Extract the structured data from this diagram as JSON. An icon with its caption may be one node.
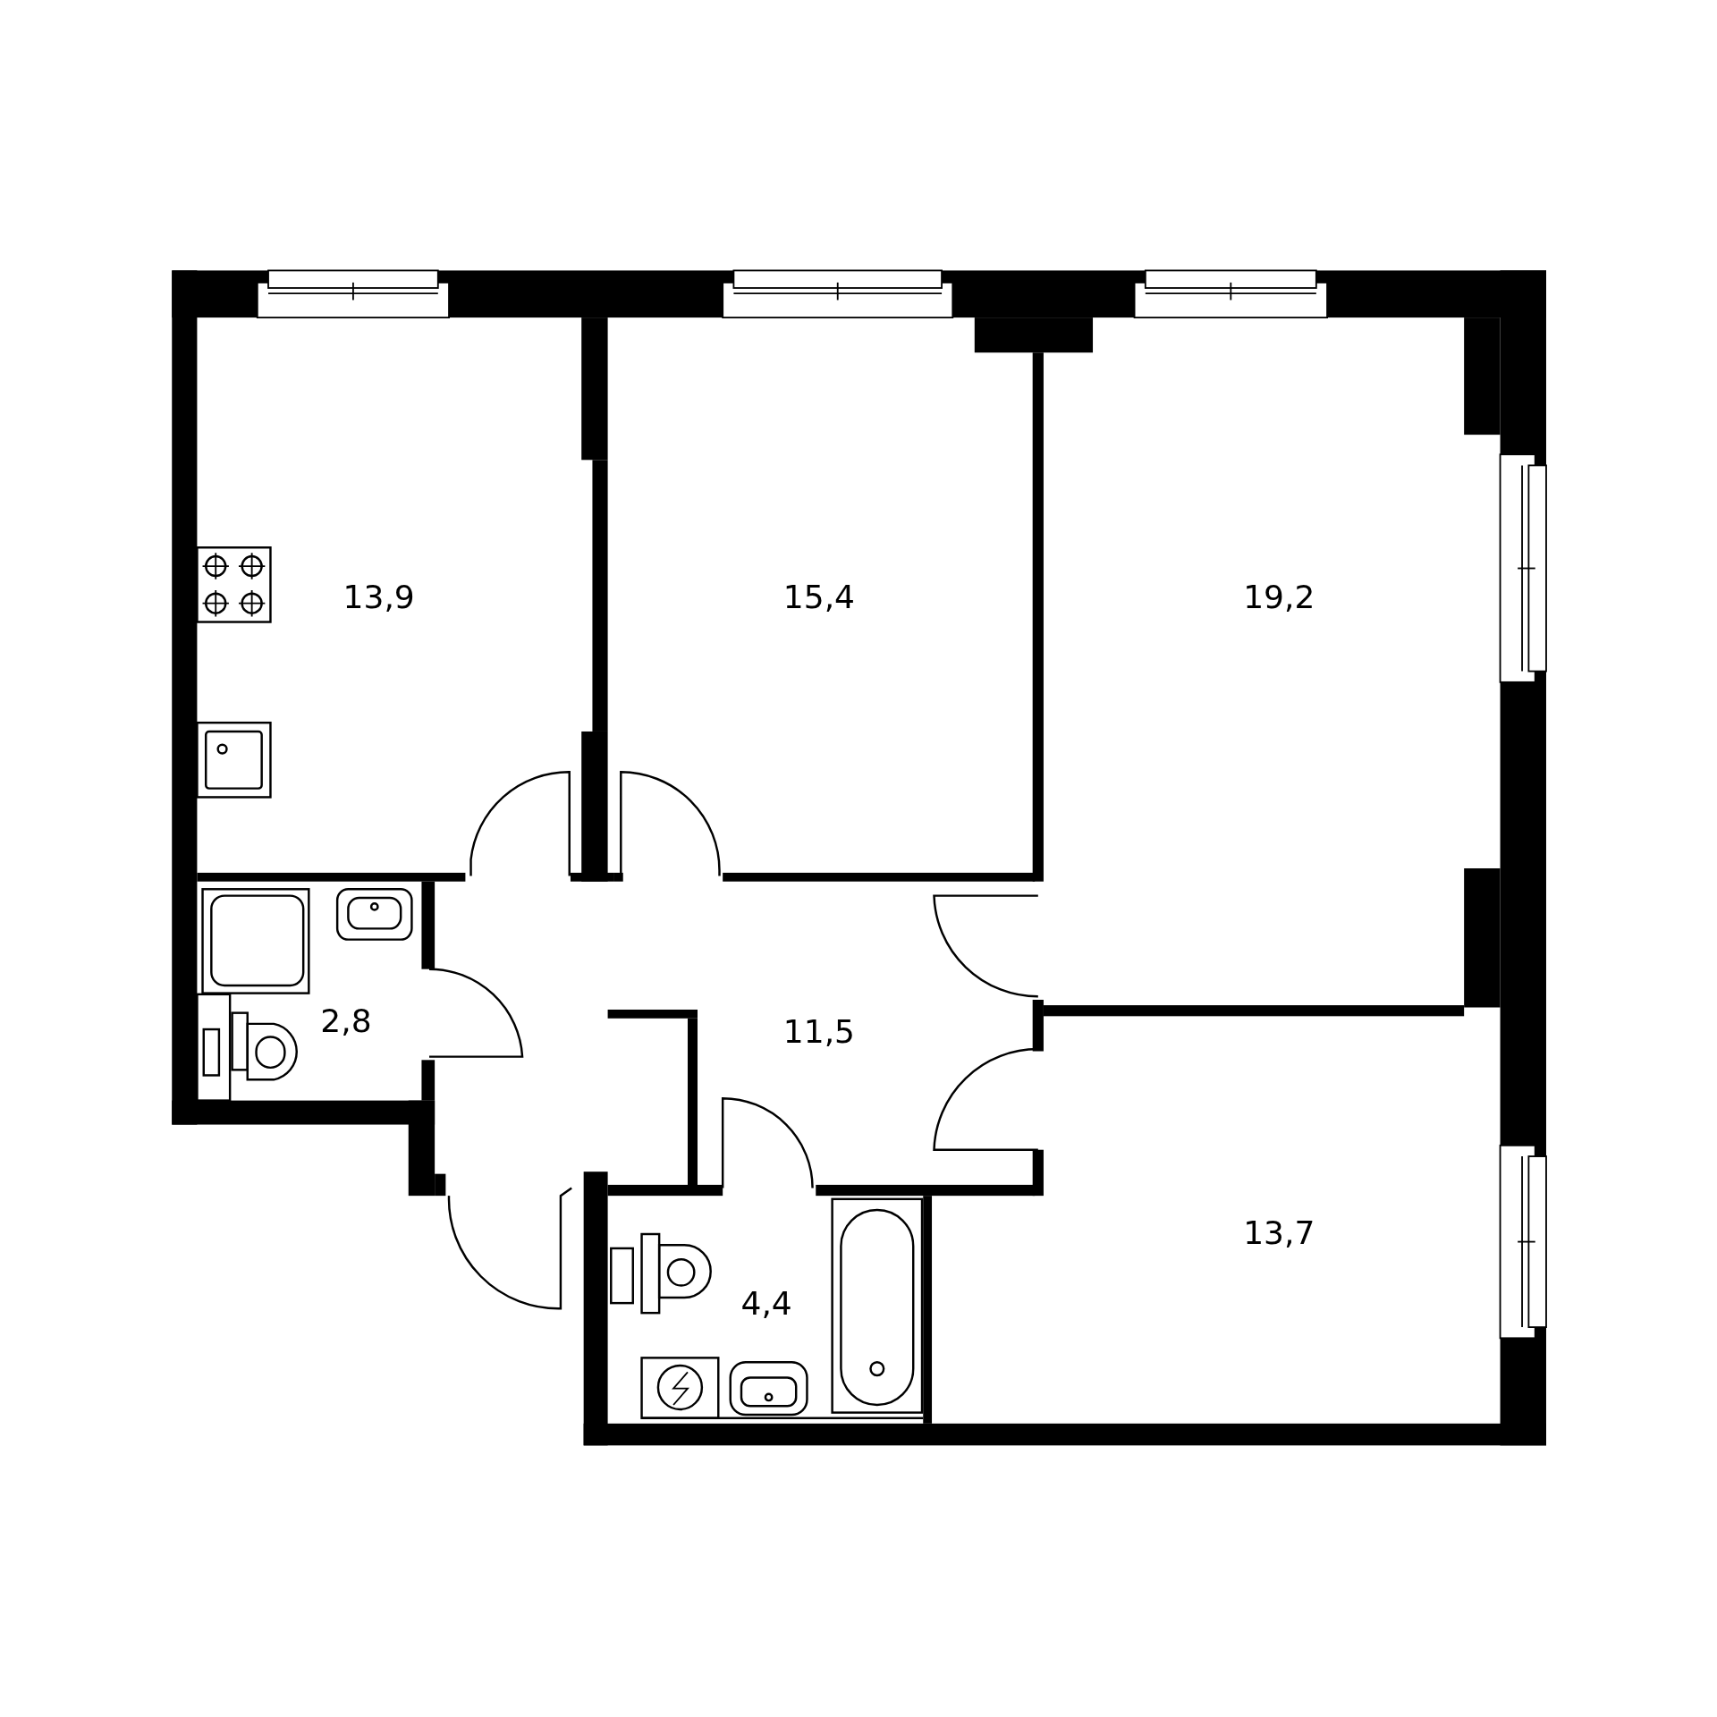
{
  "diagram": {
    "labels": [
      "13,9",
      "15,4",
      "19,2",
      "2,8",
      "11,5",
      "4,4",
      "13,7"
    ]
  }
}
